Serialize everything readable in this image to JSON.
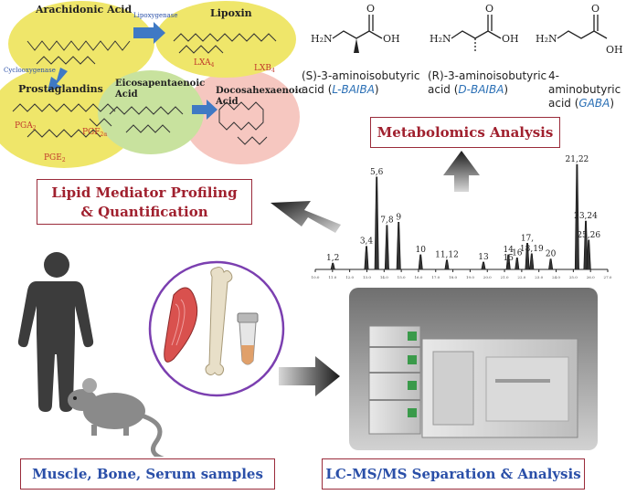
{
  "lipids": {
    "arachidonic": "Arachidonic Acid",
    "lipoxin": "Lipoxin",
    "lxa": "LXA",
    "lxa_sub": "4",
    "lxb": "LXB",
    "lxb_sub": "4",
    "lipoxygenase": "Lipoxygenase",
    "cyclooxygenase": "Cyclooxygenase",
    "prostaglandins": "Prostaglandins",
    "pga": "PGA",
    "pga_sub": "2",
    "pgf": "PGF",
    "pgf_sub": "2α",
    "pge": "PGE",
    "pge_sub": "2",
    "epa_line1": "Eicosapentaenoic",
    "epa_line2": "Acid",
    "dha_line1": "Docosahexaenoic",
    "dha_line2": "Acid"
  },
  "molecules": {
    "m1_line1": "(S)-3-aminoisobutyric",
    "m1_line2_pre": "acid (",
    "m1_line2_it": "L-BAIBA",
    "m1_line2_post": ")",
    "m2_line1": "(R)-3-aminoisobutyric",
    "m2_line2_pre": "acid (",
    "m2_line2_it": "D-BAIBA",
    "m2_line2_post": ")",
    "m3_line1": "4-aminobutyric",
    "m3_line2_pre": "acid (",
    "m3_line2_it": "GABA",
    "m3_line2_post": ")",
    "nh2": "H₂N",
    "oh": "OH",
    "o": "O"
  },
  "boxes": {
    "metabolomics": "Metabolomics Analysis",
    "lipid_line1": "Lipid Mediator Profiling",
    "lipid_line2": "& Quantification",
    "samples": "Muscle, Bone, Serum samples",
    "lcms": "LC-MS/MS Separation & Analysis"
  },
  "chart_data": {
    "type": "line",
    "peaks": [
      {
        "label": "1,2",
        "x": 0.06,
        "h": 0.06
      },
      {
        "label": "3,4",
        "x": 0.175,
        "h": 0.22
      },
      {
        "label": "5,6",
        "x": 0.21,
        "h": 0.88
      },
      {
        "label": "7,8",
        "x": 0.245,
        "h": 0.42
      },
      {
        "label": "9",
        "x": 0.285,
        "h": 0.45
      },
      {
        "label": "10",
        "x": 0.36,
        "h": 0.14
      },
      {
        "label": "11,12",
        "x": 0.45,
        "h": 0.09
      },
      {
        "label": "13",
        "x": 0.575,
        "h": 0.07
      },
      {
        "label": "14",
        "x": 0.66,
        "h": 0.14
      },
      {
        "label": "15",
        "x": 0.66,
        "h": 0.06
      },
      {
        "label": "16",
        "x": 0.69,
        "h": 0.11
      },
      {
        "label": "17,",
        "x": 0.725,
        "h": 0.25
      },
      {
        "label": "18,19",
        "x": 0.74,
        "h": 0.15
      },
      {
        "label": "20",
        "x": 0.805,
        "h": 0.1
      },
      {
        "label": "21,22",
        "x": 0.895,
        "h": 1.0
      },
      {
        "label": "23,24",
        "x": 0.925,
        "h": 0.46
      },
      {
        "label": "25,26",
        "x": 0.935,
        "h": 0.28
      }
    ],
    "ticks": [
      "10.0",
      "11.0",
      "12.0",
      "13.0",
      "14.0",
      "15.0",
      "16.0",
      "17.0",
      "18.0",
      "19.0",
      "20.0",
      "21.0",
      "22.0",
      "23.0",
      "24.0",
      "25.0",
      "26.0",
      "27.0"
    ]
  },
  "colors": {
    "yellow": "#f1e96b",
    "green": "#c9e3a0",
    "pink": "#f7c6bf",
    "blue_arrow": "#3f79c4",
    "frame": "#9a2b3a"
  }
}
